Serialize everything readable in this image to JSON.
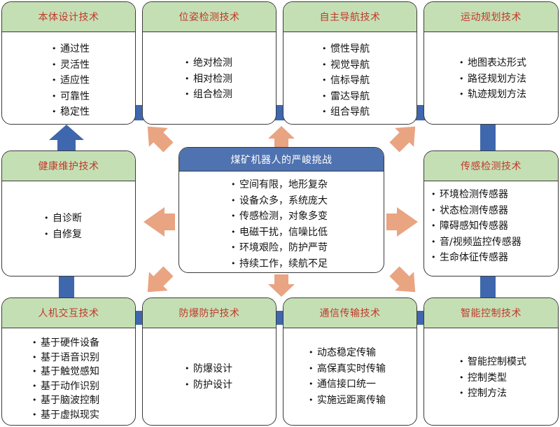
{
  "center": {
    "title": "煤矿机器人的严峻挑战",
    "items": [
      "空间有限，地形复杂",
      "设备众多，系统庞大",
      "传感检测，对象多变",
      "电磁干扰，信噪比低",
      "环境艰险，防护严苛",
      "持续工作，续航不足"
    ]
  },
  "boxes": [
    {
      "title": "本体设计技术",
      "items": [
        "通过性",
        "灵活性",
        "适应性",
        "可靠性",
        "稳定性"
      ]
    },
    {
      "title": "位姿检测技术",
      "items": [
        "绝对检测",
        "相对检测",
        "组合检测"
      ]
    },
    {
      "title": "自主导航技术",
      "items": [
        "惯性导航",
        "视觉导航",
        "信标导航",
        "雷达导航",
        "组合导航"
      ]
    },
    {
      "title": "运动规划技术",
      "items": [
        "地图表达形式",
        "路径规划方法",
        "轨迹规划方法"
      ]
    },
    {
      "title": "健康维护技术",
      "items": [
        "自诊断",
        "自修复"
      ]
    },
    {
      "title": "传感检测技术",
      "items": [
        "环境检测传感器",
        "状态检测传感器",
        "障碍感知传感器",
        "音/视频监控传感器",
        "生命体征传感器"
      ]
    },
    {
      "title": "人机交互技术",
      "items": [
        "基于硬件设备",
        "基于语音识别",
        "基于触觉感知",
        "基于动作识别",
        "基于脑波控制",
        "基于虚拟现实"
      ]
    },
    {
      "title": "防爆防护技术",
      "items": [
        "防爆设计",
        "防护设计"
      ]
    },
    {
      "title": "通信传输技术",
      "items": [
        "动态稳定传输",
        "高保真实时传输",
        "通信接口统一",
        "实施远距离传输"
      ]
    },
    {
      "title": "智能控制技术",
      "items": [
        "智能控制模式",
        "控制类型",
        "控制方法"
      ]
    }
  ],
  "colors": {
    "header_green": "#c5dfb4",
    "header_blue": "#4f72b0",
    "title_red": "#c0392b",
    "connector_blue": "#3f67ad",
    "arrow_salmon": "#e9a482"
  }
}
